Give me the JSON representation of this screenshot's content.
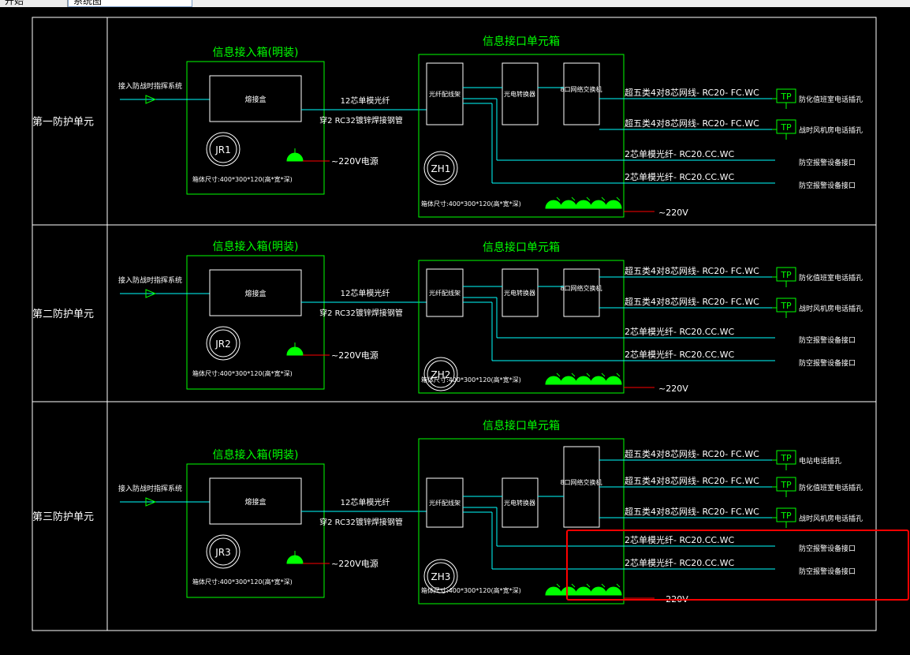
{
  "tabs": [
    {
      "label": "开始"
    },
    {
      "label": "系统图"
    }
  ],
  "colors": {
    "frame": "#ffffff",
    "box": "#00ff00",
    "cable": "#00ffff",
    "label": "#ffffff",
    "power_line": "#ff0000",
    "highlight": "#ff0000"
  },
  "units": [
    {
      "row_label": "第一防护单元",
      "access_box": {
        "title": "信息接入箱(明装)",
        "external_system": "接入防战时指挥系统",
        "splice_box": "熔接盒",
        "jr": "JR1",
        "power": "~220V电源",
        "size": "箱体尺寸:400*300*120(高*宽*深)"
      },
      "fiber": {
        "line1": "12芯单模光纤",
        "line2": "穿2 RC32镀锌焊接钢管"
      },
      "iface_box": {
        "title": "信息接口单元箱",
        "odf": "光纤配线架",
        "converter": "光电转换器",
        "switch": "8口网络交换机",
        "zh": "ZH1",
        "size": "箱体尺寸:400*300*120(高*宽*深)",
        "power": "~220V"
      },
      "outputs": [
        {
          "cable": "超五类4对8芯网线- RC20- FC.WC",
          "has_tp": true,
          "tp": "TP",
          "dest": "防化值班室电话插孔"
        },
        {
          "cable": "超五类4对8芯网线- RC20- FC.WC",
          "has_tp": true,
          "tp": "TP",
          "dest": "战时风机房电话插孔"
        },
        {
          "cable": "2芯单模光纤- RC20.CC.WC",
          "has_tp": false,
          "tp": "",
          "dest": "防空报警设备接口"
        },
        {
          "cable": "2芯单模光纤- RC20.CC.WC",
          "has_tp": false,
          "tp": "",
          "dest": "防空报警设备接口"
        }
      ]
    },
    {
      "row_label": "第二防护单元",
      "access_box": {
        "title": "信息接入箱(明装)",
        "external_system": "接入防战时指挥系统",
        "splice_box": "熔接盒",
        "jr": "JR2",
        "power": "~220V电源",
        "size": "箱体尺寸:400*300*120(高*宽*深)"
      },
      "fiber": {
        "line1": "12芯单模光纤",
        "line2": "穿2 RC32镀锌焊接钢管"
      },
      "iface_box": {
        "title": "信息接口单元箱",
        "odf": "光纤配线架",
        "converter": "光电转换器",
        "switch": "8口网络交换机",
        "zh": "ZH2",
        "size": "箱体尺寸:400*300*120(高*宽*深)",
        "power": "~220V"
      },
      "outputs": [
        {
          "cable": "超五类4对8芯网线- RC20- FC.WC",
          "has_tp": true,
          "tp": "TP",
          "dest": "防化值班室电话插孔"
        },
        {
          "cable": "超五类4对8芯网线- RC20- FC.WC",
          "has_tp": true,
          "tp": "TP",
          "dest": "战时风机房电话插孔"
        },
        {
          "cable": "2芯单模光纤- RC20.CC.WC",
          "has_tp": false,
          "tp": "",
          "dest": "防空报警设备接口"
        },
        {
          "cable": "2芯单模光纤- RC20.CC.WC",
          "has_tp": false,
          "tp": "",
          "dest": "防空报警设备接口"
        }
      ]
    },
    {
      "row_label": "第三防护单元",
      "access_box": {
        "title": "信息接入箱(明装)",
        "external_system": "接入防战时指挥系统",
        "splice_box": "熔接盒",
        "jr": "JR3",
        "power": "~220V电源",
        "size": "箱体尺寸:400*300*120(高*宽*深)"
      },
      "fiber": {
        "line1": "12芯单模光纤",
        "line2": "穿2 RC32镀锌焊接钢管"
      },
      "iface_box": {
        "title": "信息接口单元箱",
        "odf": "光纤配线架",
        "converter": "光电转换器",
        "switch": "8口网络交换机",
        "zh": "ZH3",
        "size": "箱体尺寸:400*300*120(高*宽*深)",
        "power": "~220V"
      },
      "outputs": [
        {
          "cable": "超五类4对8芯网线- RC20- FC.WC",
          "has_tp": true,
          "tp": "TP",
          "dest": "电站电话插孔"
        },
        {
          "cable": "超五类4对8芯网线- RC20- FC.WC",
          "has_tp": true,
          "tp": "TP",
          "dest": "防化值班室电话插孔"
        },
        {
          "cable": "超五类4对8芯网线- RC20- FC.WC",
          "has_tp": true,
          "tp": "TP",
          "dest": "战时风机房电话插孔"
        },
        {
          "cable": "2芯单模光纤- RC20.CC.WC",
          "has_tp": false,
          "tp": "",
          "dest": "防空报警设备接口"
        },
        {
          "cable": "2芯单模光纤- RC20.CC.WC",
          "has_tp": false,
          "tp": "",
          "dest": "防空报警设备接口"
        }
      ]
    }
  ],
  "caption": "    "
}
